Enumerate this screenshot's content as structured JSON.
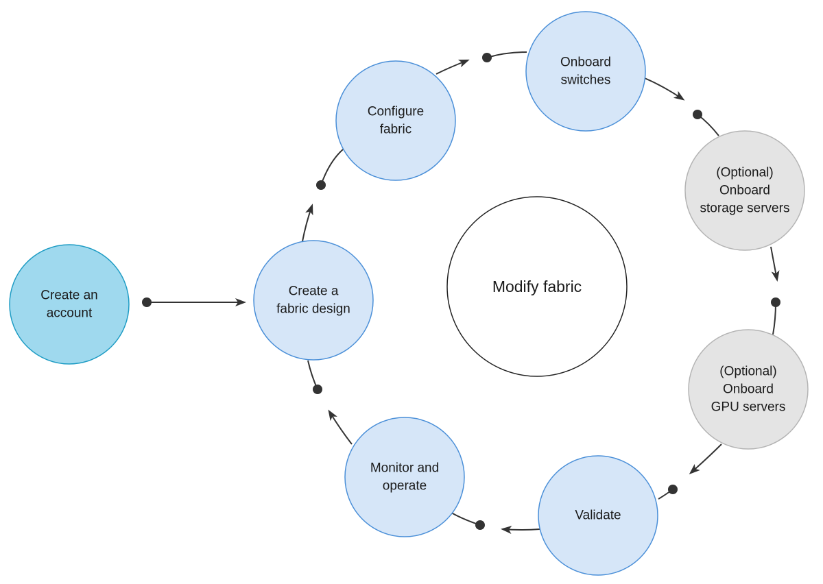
{
  "diagram": {
    "center": {
      "lines": [
        "Modify fabric"
      ]
    },
    "nodes": [
      {
        "id": "create-account",
        "lines": [
          "Create an",
          "account"
        ],
        "style": "primary"
      },
      {
        "id": "fabric-design",
        "lines": [
          "Create a",
          "fabric design"
        ],
        "style": "step"
      },
      {
        "id": "configure-fabric",
        "lines": [
          "Configure",
          "fabric"
        ],
        "style": "step"
      },
      {
        "id": "onboard-switches",
        "lines": [
          "Onboard",
          "switches"
        ],
        "style": "step"
      },
      {
        "id": "onboard-storage",
        "lines": [
          "(Optional)",
          "Onboard",
          "storage servers"
        ],
        "style": "optional"
      },
      {
        "id": "onboard-gpu",
        "lines": [
          "(Optional)",
          "Onboard",
          "GPU servers"
        ],
        "style": "optional"
      },
      {
        "id": "validate",
        "lines": [
          "Validate"
        ],
        "style": "step"
      },
      {
        "id": "monitor-operate",
        "lines": [
          "Monitor and",
          "operate"
        ],
        "style": "step"
      }
    ],
    "colors": {
      "primary_fill": "#9fd9ee",
      "primary_stroke": "#1e9cc4",
      "step_fill": "#d6e6f8",
      "step_stroke": "#4a8fd8",
      "optional_fill": "#e4e4e4",
      "optional_stroke": "#b4b4b4",
      "center_stroke": "#222222",
      "connector": "#333333"
    }
  }
}
